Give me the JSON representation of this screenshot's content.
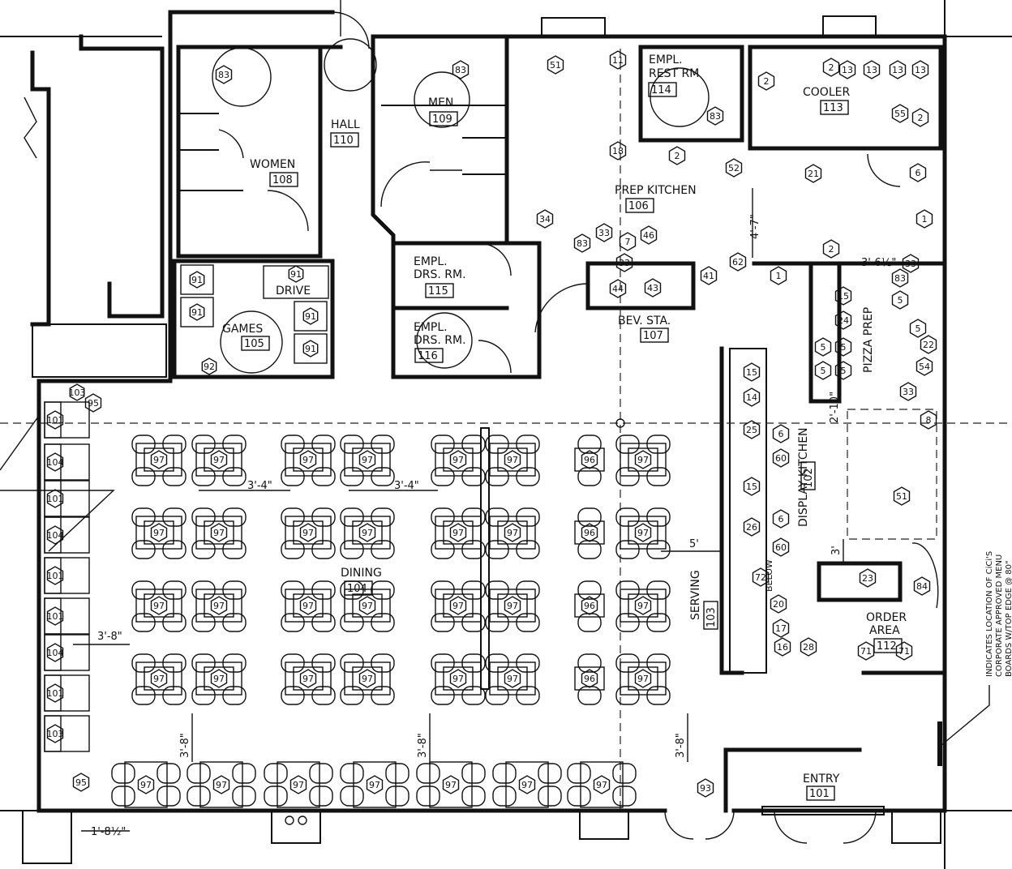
{
  "rooms": [
    {
      "name": "HALL",
      "number": "110"
    },
    {
      "name": "WOMEN",
      "number": "108"
    },
    {
      "name": "MEN",
      "number": "109"
    },
    {
      "name": "EMPL. REST RM",
      "number": "114"
    },
    {
      "name": "COOLER",
      "number": "113"
    },
    {
      "name": "PREP KITCHEN",
      "number": "106"
    },
    {
      "name": "EMPL. DRS. RM.",
      "number": "115"
    },
    {
      "name": "EMPL. DRS. RM.",
      "number": "116"
    },
    {
      "name": "BEV. STA.",
      "number": "107"
    },
    {
      "name": "GAMES",
      "number": "105"
    },
    {
      "name": "DRIVE",
      "number": ""
    },
    {
      "name": "DINING",
      "number": "104"
    },
    {
      "name": "DISPLAY KITCHEN",
      "number": "102"
    },
    {
      "name": "PIZZA PREP",
      "number": ""
    },
    {
      "name": "SERVING",
      "number": "103"
    },
    {
      "name": "ORDER AREA",
      "number": "112"
    },
    {
      "name": "ENTRY",
      "number": "101"
    }
  ],
  "dimensions": [
    "3'-4\"",
    "3'-4\"",
    "3'-8\"",
    "3'-8\"",
    "3'-8\"",
    "3'-8\"",
    "5'",
    "4'-7\"",
    "3'-6½\"",
    "2'-10\"",
    "3'",
    "1'-8½\""
  ],
  "note_lines": [
    "INDICATES LOCATION OF CiCi'S",
    "CORPORATE APPROVED MENU",
    "BOARDS W/TOP EDGE @ 80\""
  ],
  "below_label": "BELOW",
  "equipment_tags": {
    "table_4top": "97",
    "table_2top": "96",
    "booth_a": "101",
    "booth_b": "104",
    "booth_c": "103",
    "booth_end": "95",
    "game": "91",
    "game_small": "92",
    "misc": [
      "83",
      "51",
      "11",
      "2",
      "13",
      "55",
      "52",
      "21",
      "34",
      "33",
      "7",
      "46",
      "44",
      "43",
      "41",
      "62",
      "1",
      "6",
      "15",
      "24",
      "5",
      "22",
      "54",
      "8",
      "14",
      "26",
      "60",
      "72",
      "20",
      "17",
      "16",
      "28",
      "71",
      "23",
      "84",
      "93",
      "18",
      "25"
    ]
  }
}
